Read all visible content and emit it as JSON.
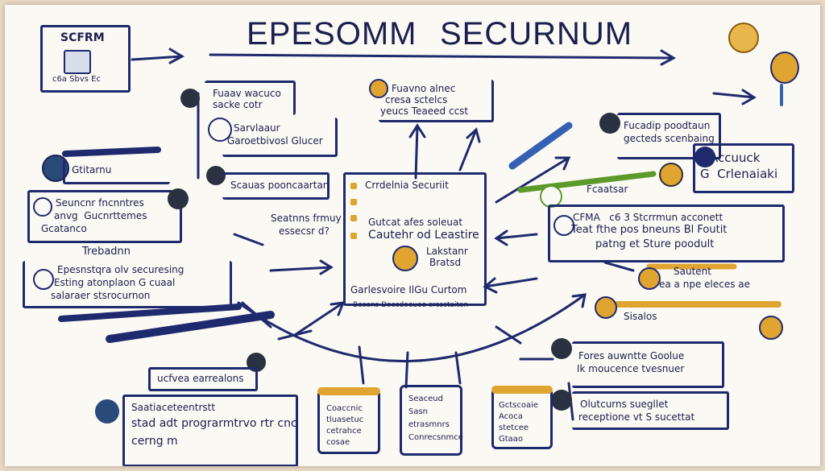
{
  "title_left": "EPESOMM",
  "title_right": "SECURNUM",
  "logo_box": {
    "title": "SCFRM",
    "caption": "c6a Sbvs Ec"
  },
  "top_center_note": [
    "Fuavno alnec",
    "cresa sctelcs",
    "yeucs Teaeed ccst"
  ],
  "right_top_note": [
    "Fucadip poodtaun",
    "gecteds scenbaing"
  ],
  "right_accent_box": [
    "Accuuck",
    "G  Crlenaiaki"
  ],
  "left_notes": [
    [
      "Fuaav wacuco",
      "sacke cotr"
    ],
    [
      "Sarvlaaur",
      "Garoetbivosl Glucer"
    ],
    [
      "Gtitarnu"
    ],
    [
      "Seuncnr fncnntres",
      "anvg  Gucnrttemes",
      "Gcatanco"
    ],
    [
      "Trebadnn"
    ],
    [
      "Epesnstqra olv securesing",
      "Esting atonplaon G cuaal",
      "salaraer stsrocurnon"
    ],
    [
      "ucfvea earrealons"
    ],
    [
      "Saatiaceteentrstt",
      "stad adt prograrmtrvo rtr cnc",
      "cerng m"
    ]
  ],
  "mid_left_notes": [
    [
      "Scauas pooncaartan"
    ],
    [
      "Seatnns frmuy",
      "essecsr d?"
    ]
  ],
  "center_box": {
    "header": "Crrdelnia Securiit",
    "line1": "Gutcat afes soleuat",
    "line2": "Cautehr od Leastire",
    "line3": "Lakstanr",
    "line4": "Bratsd",
    "footer": "Garlesvoire IlGu Curtom",
    "subfooter": "Besens Doccdoeuee crcsctaiton"
  },
  "right_notes": [
    [
      "Fcaatsar"
    ],
    [
      "CFMA   c6 3 Stcrrmun acconett",
      "Teat fthe pos bneuns Bl Foutit",
      "patng et Sture poodult"
    ],
    [
      "Sautent",
      "ea a npe eleces ae"
    ],
    [
      "Sisalos"
    ],
    [
      "Fores auwntte Goolue",
      "Ik moucence tvesnuer"
    ],
    [
      "Olutcurns suegllet",
      "receptione vt S sucettat"
    ]
  ],
  "bottom_cylinders": [
    [
      "Coaccnic",
      "tluasetuc",
      "cetrahce",
      "cosae"
    ],
    [
      "Seaceud",
      "Sasn",
      "etrasmnrs",
      "Conrecsnmce"
    ],
    [
      "Gctscoaie",
      "Acoca",
      "stetcee",
      "Gtaao"
    ]
  ],
  "colors": {
    "ink": "#1a1f4f",
    "navy": "#1f2a6e",
    "gold": "#e0a431",
    "green": "#5c9a2c",
    "blue": "#3660b3",
    "paper": "#fbf9f3"
  }
}
